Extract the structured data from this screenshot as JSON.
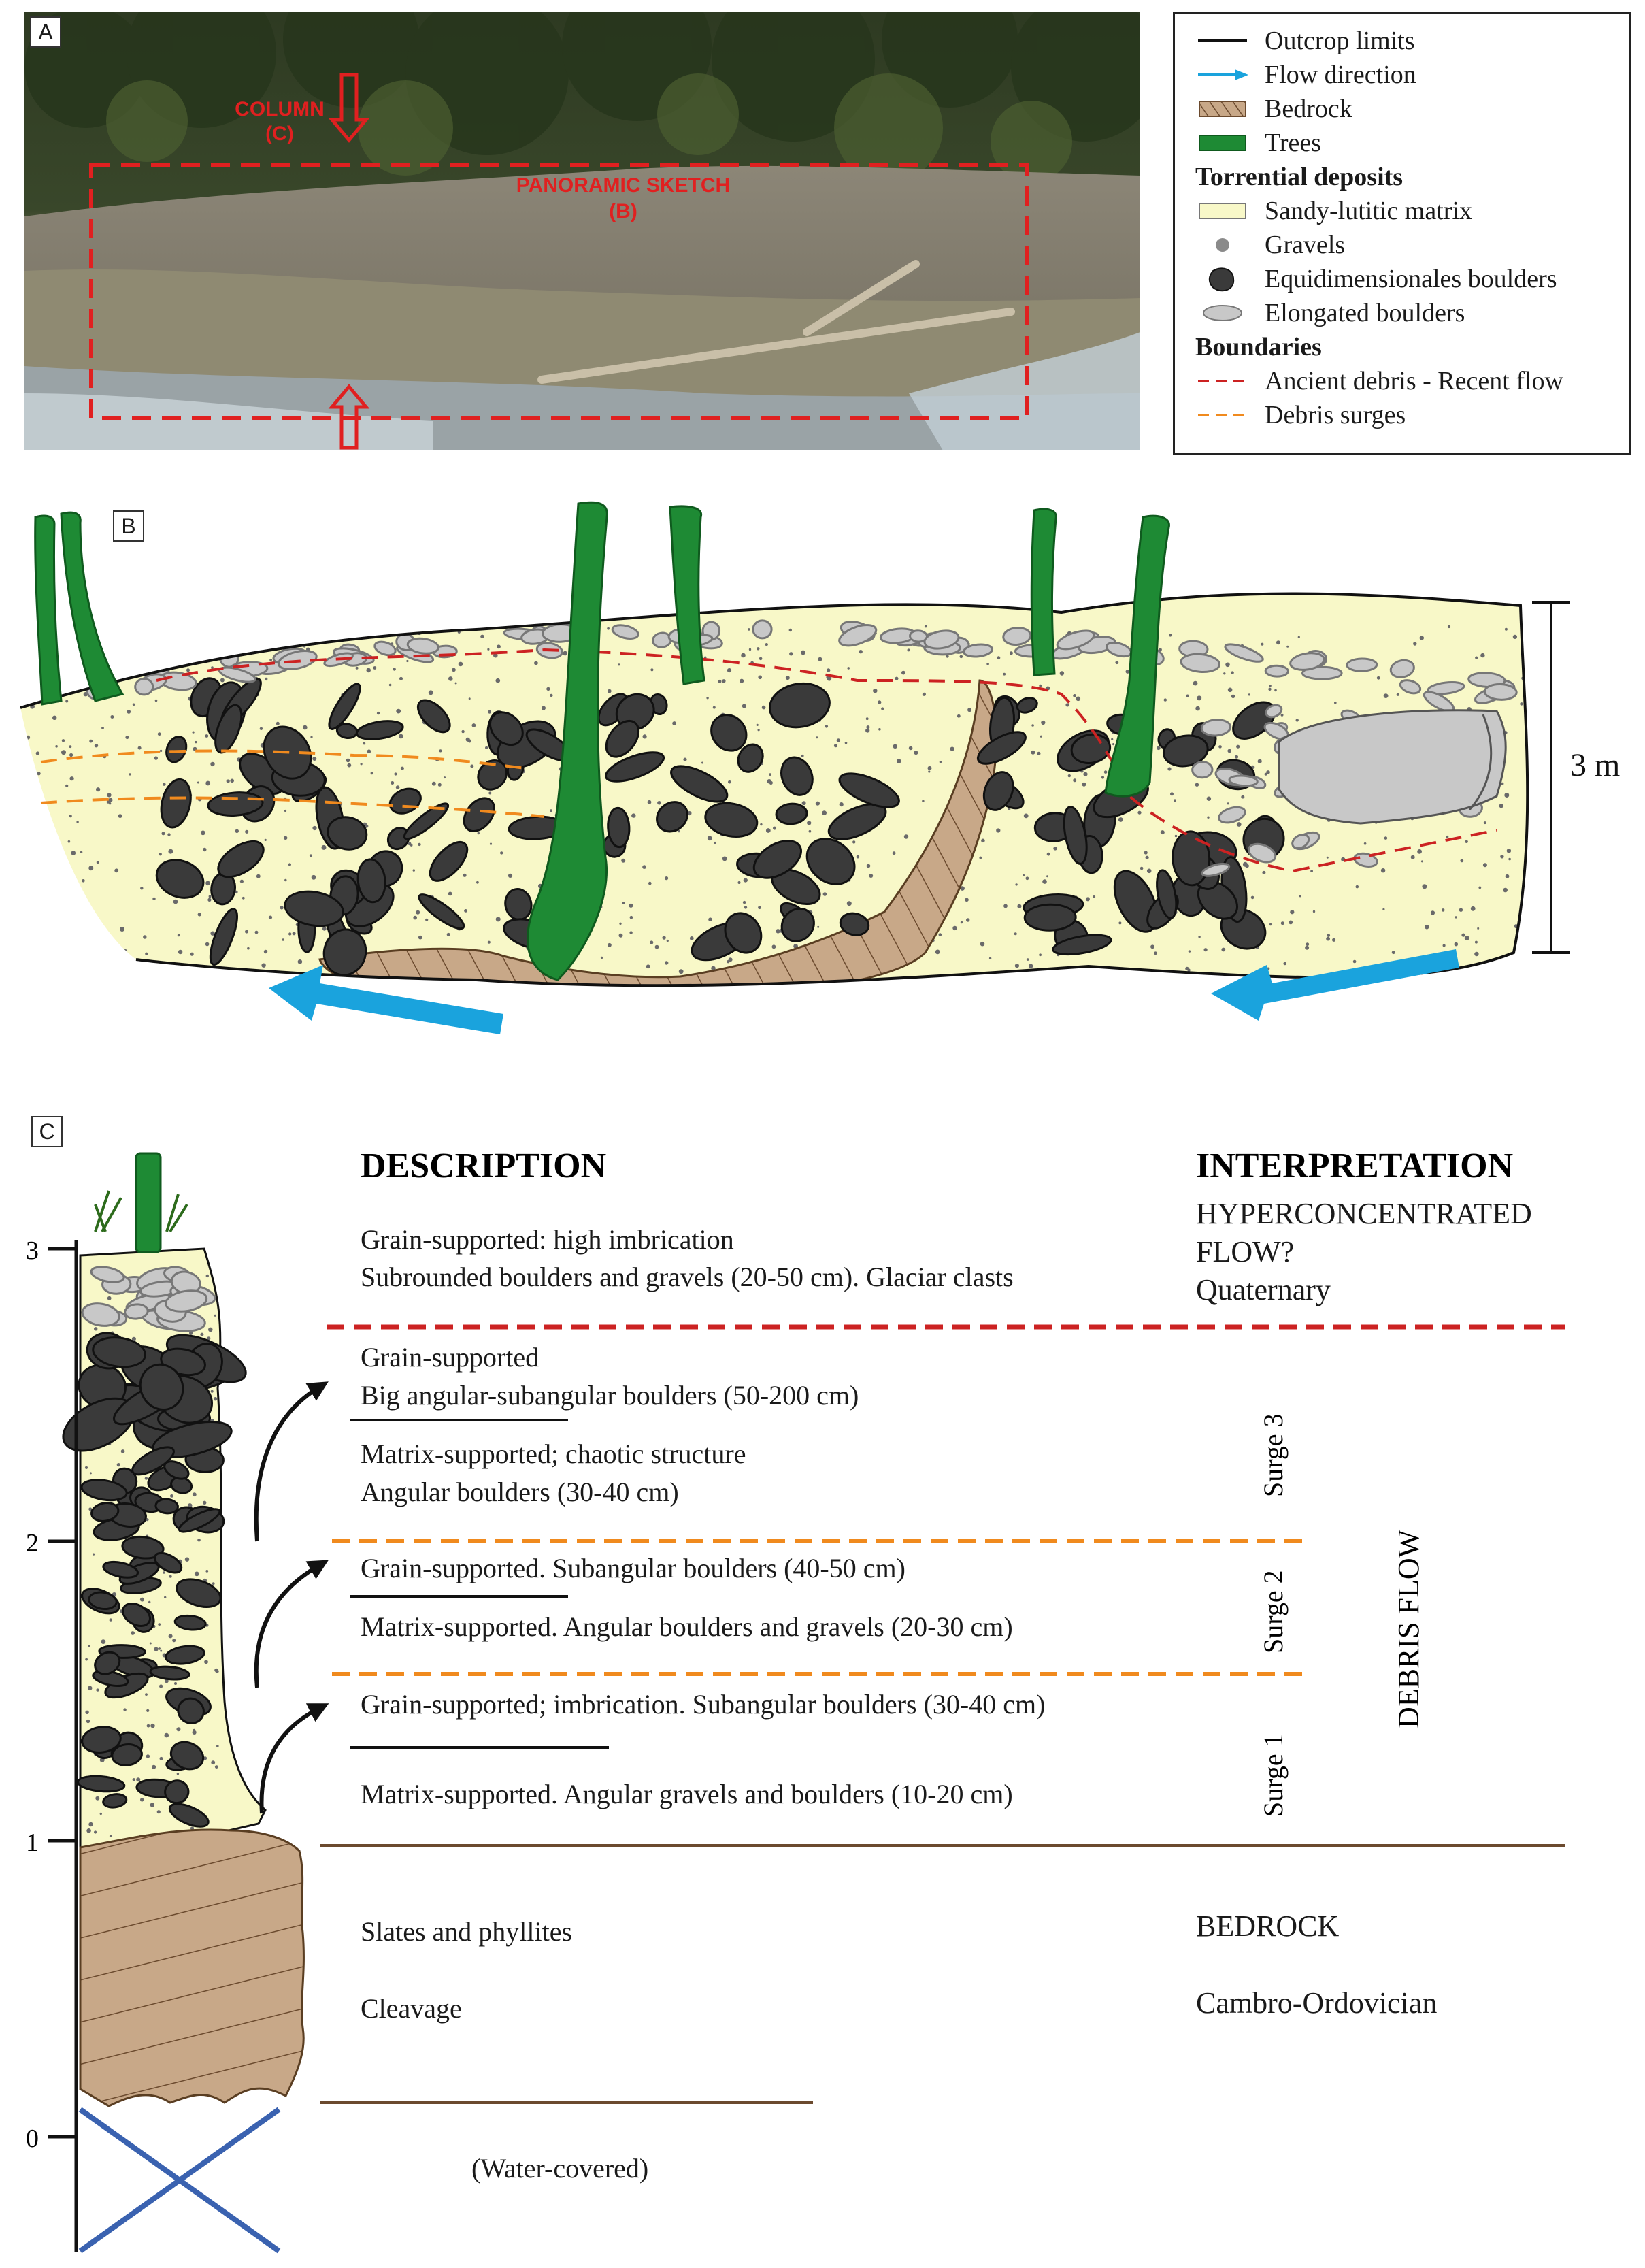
{
  "panels": {
    "a": "A",
    "b": "B",
    "c": "C"
  },
  "photo": {
    "column_label": "COLUMN",
    "column_sub": "(C)",
    "panorama_label": "PANORAMIC SKETCH",
    "panorama_sub": "(B)"
  },
  "legend": {
    "items": [
      {
        "label": "Outcrop limits",
        "symbol": "line-black"
      },
      {
        "label": "Flow direction",
        "symbol": "arrow-blue"
      },
      {
        "label": "Bedrock",
        "symbol": "hatch-brown"
      },
      {
        "label": "Trees",
        "symbol": "rect-green"
      },
      {
        "label": "Torrential deposits",
        "symbol": "header"
      },
      {
        "label": "Sandy-lutitic matrix",
        "symbol": "rect-cream"
      },
      {
        "label": "Gravels",
        "symbol": "dot-grey"
      },
      {
        "label": "Equidimensionales boulders",
        "symbol": "blob-dark"
      },
      {
        "label": "Elongated boulders",
        "symbol": "ellipse-grey"
      },
      {
        "label": "Boundaries",
        "symbol": "header"
      },
      {
        "label": "Ancient debris - Recent flow",
        "symbol": "dash-red"
      },
      {
        "label": "Debris surges",
        "symbol": "dash-orange"
      }
    ]
  },
  "sketch": {
    "scale_label": "3 m"
  },
  "column": {
    "axis_ticks": [
      "0",
      "1",
      "2",
      "3"
    ],
    "description_header": "DESCRIPTION",
    "interpretation_header": "INTERPRETATION",
    "descriptions": {
      "top_1": "Grain-supported: high imbrication",
      "top_2": "Subrounded boulders and gravels (20-50 cm). Glaciar clasts",
      "s3_1": "Grain-supported",
      "s3_2": "Big angular-subangular boulders (50-200 cm)",
      "s3_3": "Matrix-supported; chaotic structure",
      "s3_4": "Angular boulders (30-40 cm)",
      "s2_1": "Grain-supported. Subangular boulders (40-50 cm)",
      "s2_2": "Matrix-supported. Angular boulders and gravels (20-30 cm)",
      "s1_1": "Grain-supported; imbrication. Subangular boulders (30-40 cm)",
      "s1_2": "Matrix-supported. Angular gravels and boulders (10-20 cm)",
      "bed_1": "Slates and phyllites",
      "bed_2": "Cleavage",
      "water": "(Water-covered)"
    },
    "interpretations": {
      "hyper_1": "HYPERCONCENTRATED",
      "hyper_2": "FLOW?",
      "hyper_3": "Quaternary",
      "bedrock": "BEDROCK",
      "bedrock_age": "Cambro-Ordovician",
      "debris_flow": "DEBRIS FLOW",
      "surge_3": "Surge 3",
      "surge_2": "Surge 2",
      "surge_1": "Surge 1"
    }
  },
  "colors": {
    "matrix": "#f8f8c8",
    "bedrock": "#c8a888",
    "tree": "#1e8a34",
    "boulder_dark": "#3a3a3a",
    "boulder_light": "#c8c8c8",
    "flow_arrow": "#1aa3dd",
    "ancient_boundary": "#cc2222",
    "surge_boundary": "#f08a1e",
    "photo_annotation": "#e02020"
  }
}
